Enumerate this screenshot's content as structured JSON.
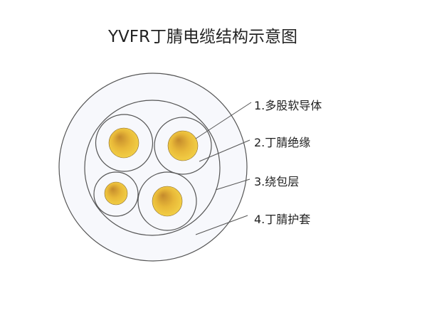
{
  "title": "YVFR丁腈电缆结构示意图",
  "labels": [
    "1.多股软导体",
    "2.丁腈绝缘",
    "3.绕包层",
    "4.丁腈护套"
  ],
  "colors": {
    "sheath_fill": "#f7f8fc",
    "line": "#555555",
    "copper_light": "#f5d64a",
    "copper_dark": "#b87a2a"
  }
}
